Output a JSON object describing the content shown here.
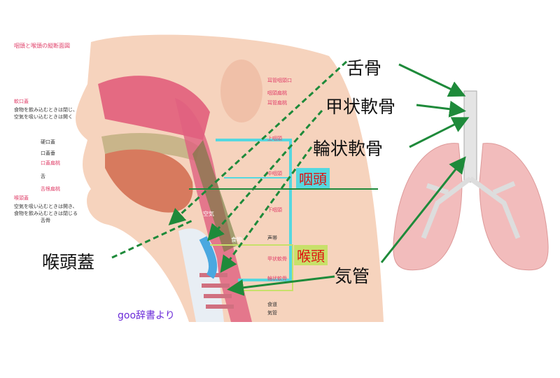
{
  "figure_title": "咽頭と喉頭の縦断面図",
  "left_labels": {
    "soft_palate": "軟口蓋",
    "soft_palate_desc_1": "食物を飲み込むときは閉じ、",
    "soft_palate_desc_2": "空気を吸い込むときは開く",
    "hard_palate": "硬口蓋",
    "uvula": "口蓋垂",
    "palatine_tonsil": "口蓋扁桃",
    "tongue": "舌",
    "lingual_tonsil": "舌根扁桃",
    "epiglottis": "喉頭蓋",
    "epiglottis_desc_1": "空気を吸い込むときは開き、",
    "epiglottis_desc_2": "食物を飲み込むときは閉じる",
    "hyoid": "舌骨"
  },
  "right_labels": {
    "eustachian_opening": "耳管咽頭口",
    "pharyngeal_tonsil": "咽頭扁桃",
    "tubal_tonsil": "耳管扁桃",
    "nasopharynx": "上咽頭",
    "oropharynx": "中咽頭",
    "hypopharynx": "下咽頭",
    "vocal_cords": "声帯",
    "thyroid_cartilage": "甲状軟骨",
    "cricoid_cartilage": "輪状軟骨",
    "esophagus": "食道",
    "trachea": "気管"
  },
  "inner_labels": {
    "air": "空気",
    "food": "食物"
  },
  "callouts": {
    "hyoid": "舌骨",
    "thyroid_cartilage": "甲状軟骨",
    "cricoid_cartilage": "輪状軟骨",
    "epiglottis": "喉頭蓋",
    "trachea": "気管",
    "pharynx": "咽頭",
    "larynx": "喉頭"
  },
  "source": "goo辞書より",
  "colors": {
    "arrow": "#1e8a3a",
    "pharynx_box": "#55d8e0",
    "larynx_box": "#c8e06a",
    "box_text": "#e01010",
    "source_text": "#6a2ad8"
  }
}
